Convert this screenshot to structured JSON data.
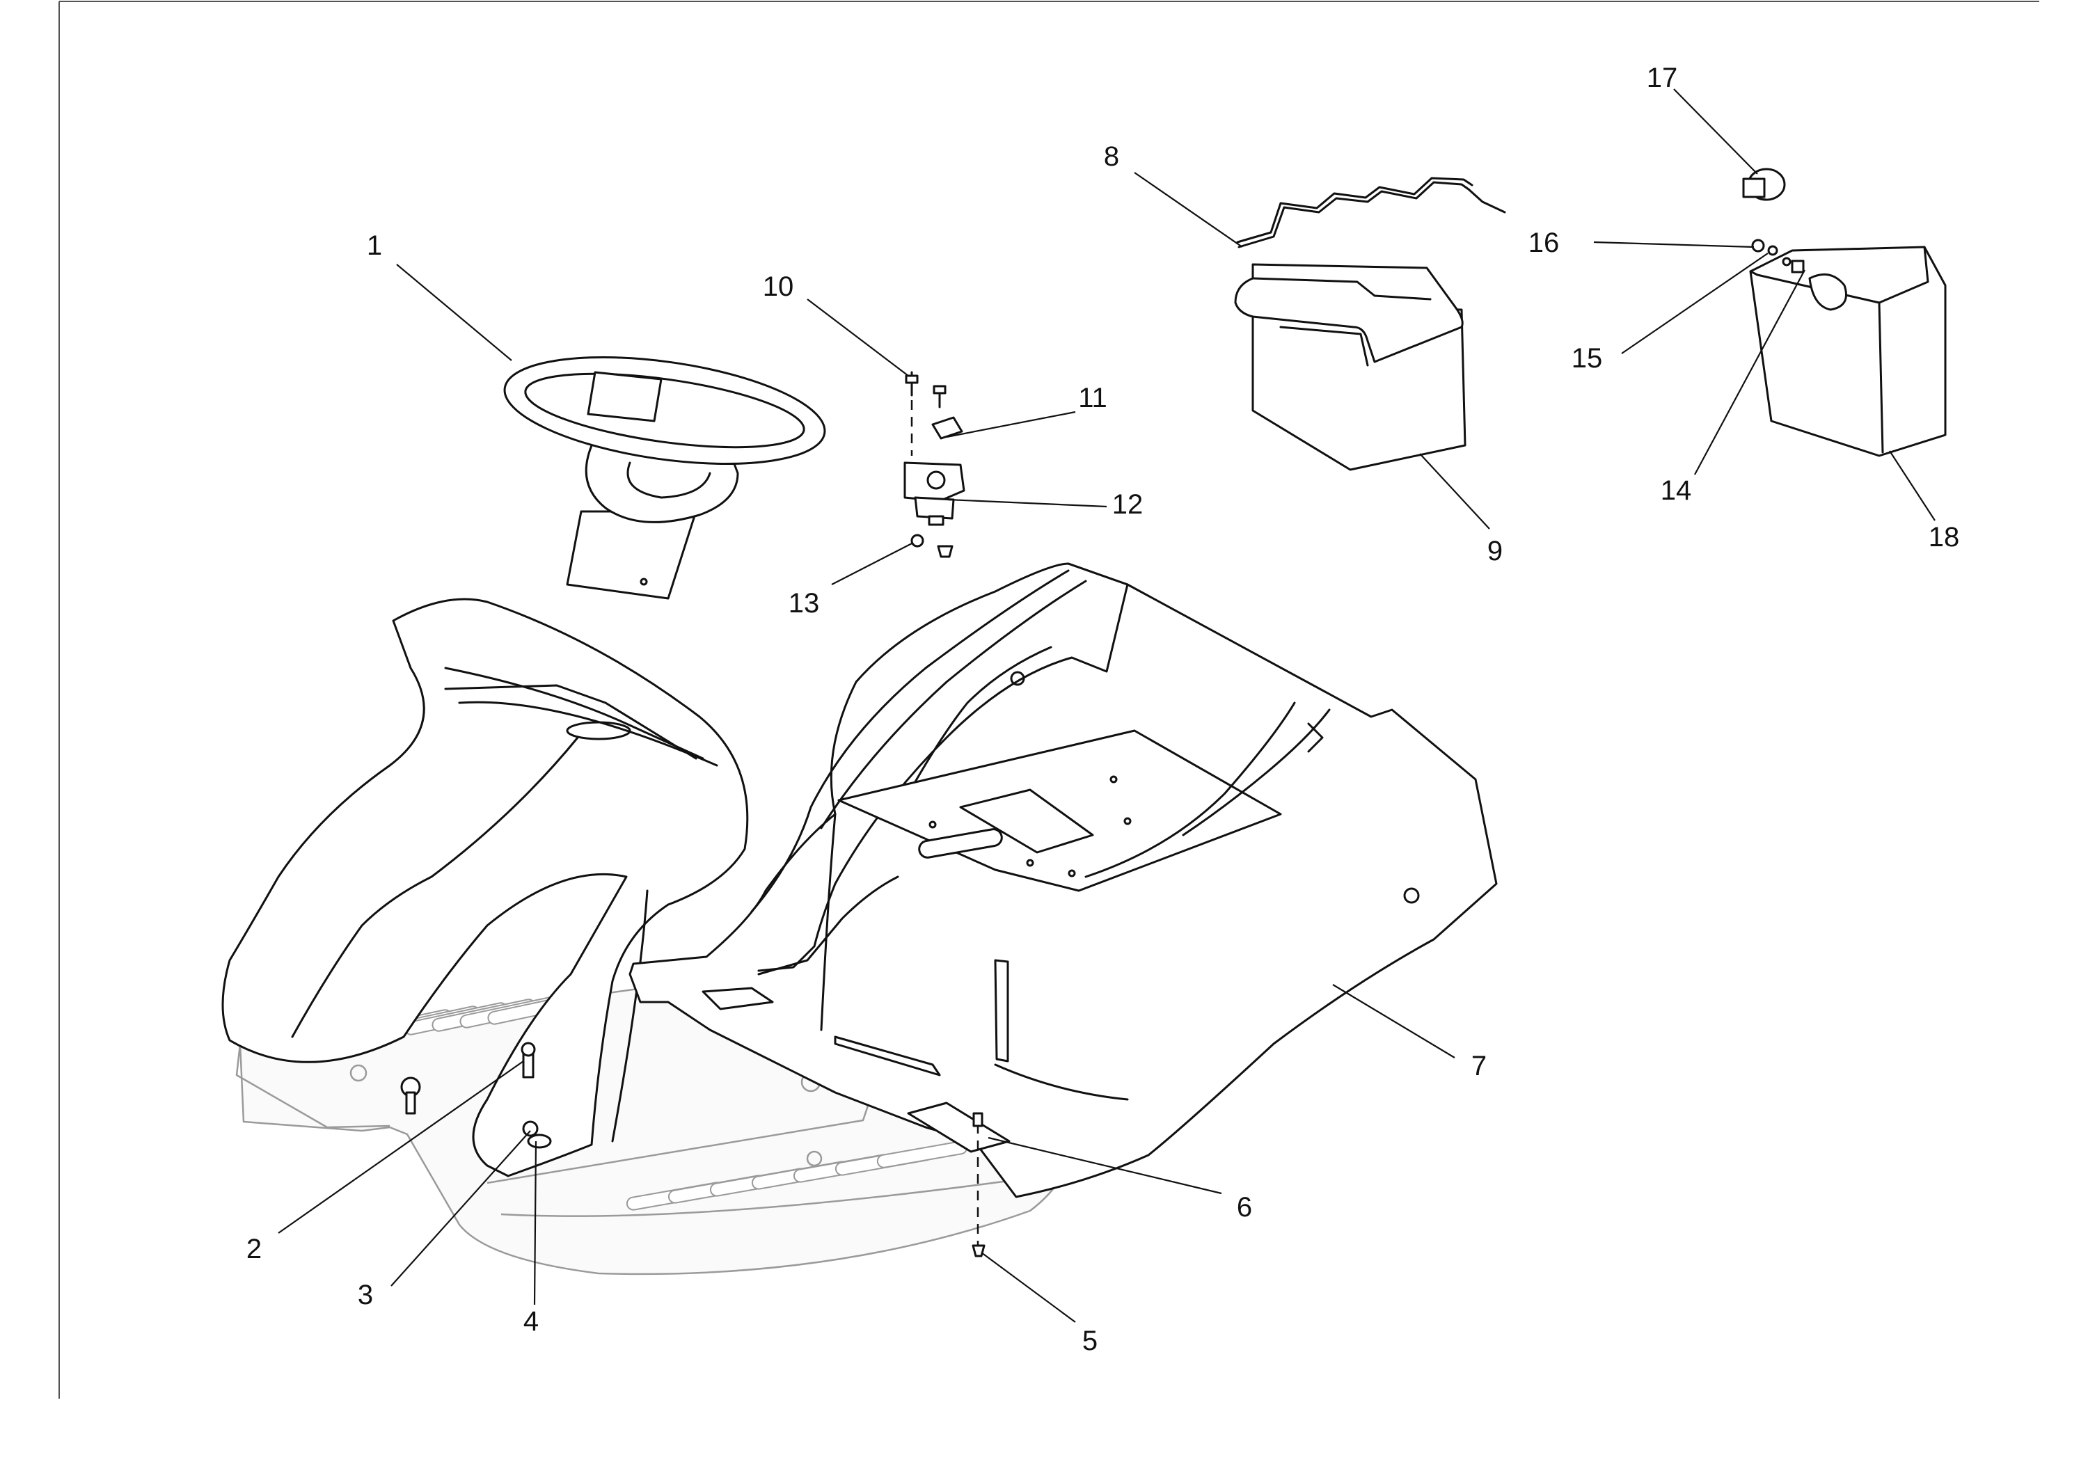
{
  "callouts": [
    {
      "id": "1",
      "label": "1"
    },
    {
      "id": "2",
      "label": "2"
    },
    {
      "id": "3",
      "label": "3"
    },
    {
      "id": "4",
      "label": "4"
    },
    {
      "id": "5",
      "label": "5"
    },
    {
      "id": "6",
      "label": "6"
    },
    {
      "id": "7",
      "label": "7"
    },
    {
      "id": "8",
      "label": "8"
    },
    {
      "id": "9",
      "label": "9"
    },
    {
      "id": "10",
      "label": "10"
    },
    {
      "id": "11",
      "label": "11"
    },
    {
      "id": "12",
      "label": "12"
    },
    {
      "id": "13",
      "label": "13"
    },
    {
      "id": "14",
      "label": "14"
    },
    {
      "id": "15",
      "label": "15"
    },
    {
      "id": "16",
      "label": "16"
    },
    {
      "id": "17",
      "label": "17"
    },
    {
      "id": "18",
      "label": "18"
    }
  ],
  "colors": {
    "line": "#111111",
    "ghost_line": "#9a9a9a",
    "background": "#ffffff"
  }
}
